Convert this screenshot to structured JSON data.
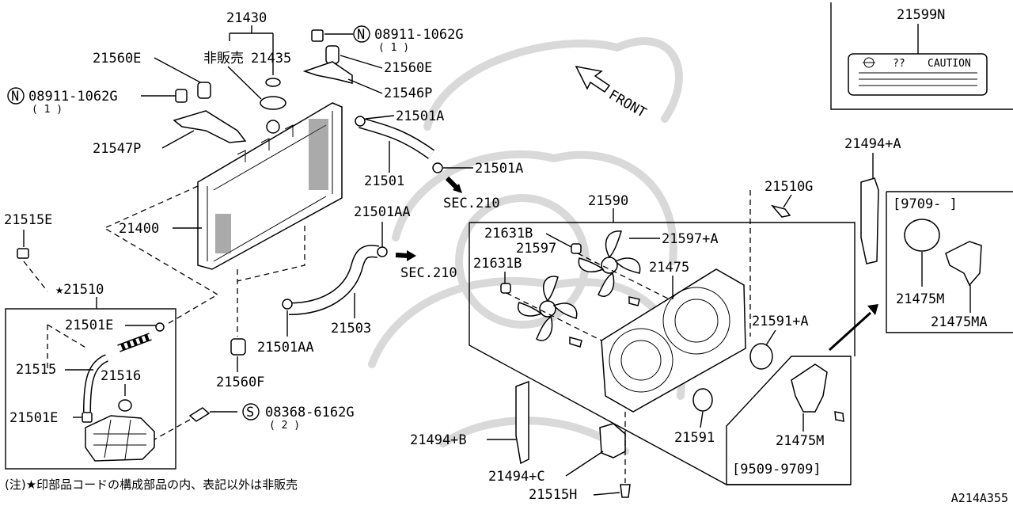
{
  "labels": {
    "p21430": "21430",
    "not_sold": "非販売",
    "p21435": "21435",
    "p21560E_left": "21560E",
    "p21560E_right": "21560E",
    "nut_left": "08911-1062G",
    "nut_left_qty": "( 1 )",
    "nut_right": "08911-1062G",
    "nut_right_qty": "( 1 )",
    "p21546P": "21546P",
    "p21547P": "21547P",
    "p21501A_1": "21501A",
    "p21501A_2": "21501A",
    "p21501": "21501",
    "sec210_1": "SEC.210",
    "sec210_2": "SEC.210",
    "p21501AA_1": "21501AA",
    "p21501AA_2": "21501AA",
    "p21503": "21503",
    "p21400": "21400",
    "p21515E": "21515E",
    "p21510": "★21510",
    "p21501E_1": "21501E",
    "p21501E_2": "21501E",
    "p21515": "21515",
    "p21516": "21516",
    "p21560F": "21560F",
    "screw": "08368-6162G",
    "screw_qty": "( 2 )",
    "front": "FRONT",
    "p21599N": "21599N",
    "caution": "CAUTION",
    "caution_q": "??",
    "p21494A": "21494+A",
    "p21510G": "21510G",
    "p21590": "21590",
    "p21631B_1": "21631B",
    "p21631B_2": "21631B",
    "p21597": "21597",
    "p21597A": "21597+A",
    "p21475": "21475",
    "p21591A": "21591+A",
    "p21591": "21591",
    "p21475M_1": "21475M",
    "p21475M_2": "21475M",
    "p21475MA": "21475MA",
    "date_box_1": "[9709-       ]",
    "date_box_2": "[9509-9709]",
    "p21494B": "21494+B",
    "p21494C": "21494+C",
    "p21515H": "21515H",
    "circle_N": "N",
    "circle_S": "S"
  },
  "footnote": "(注)★印部品コードの構成部品の内、表記以外は非販売",
  "diagram_code": "A214A355"
}
